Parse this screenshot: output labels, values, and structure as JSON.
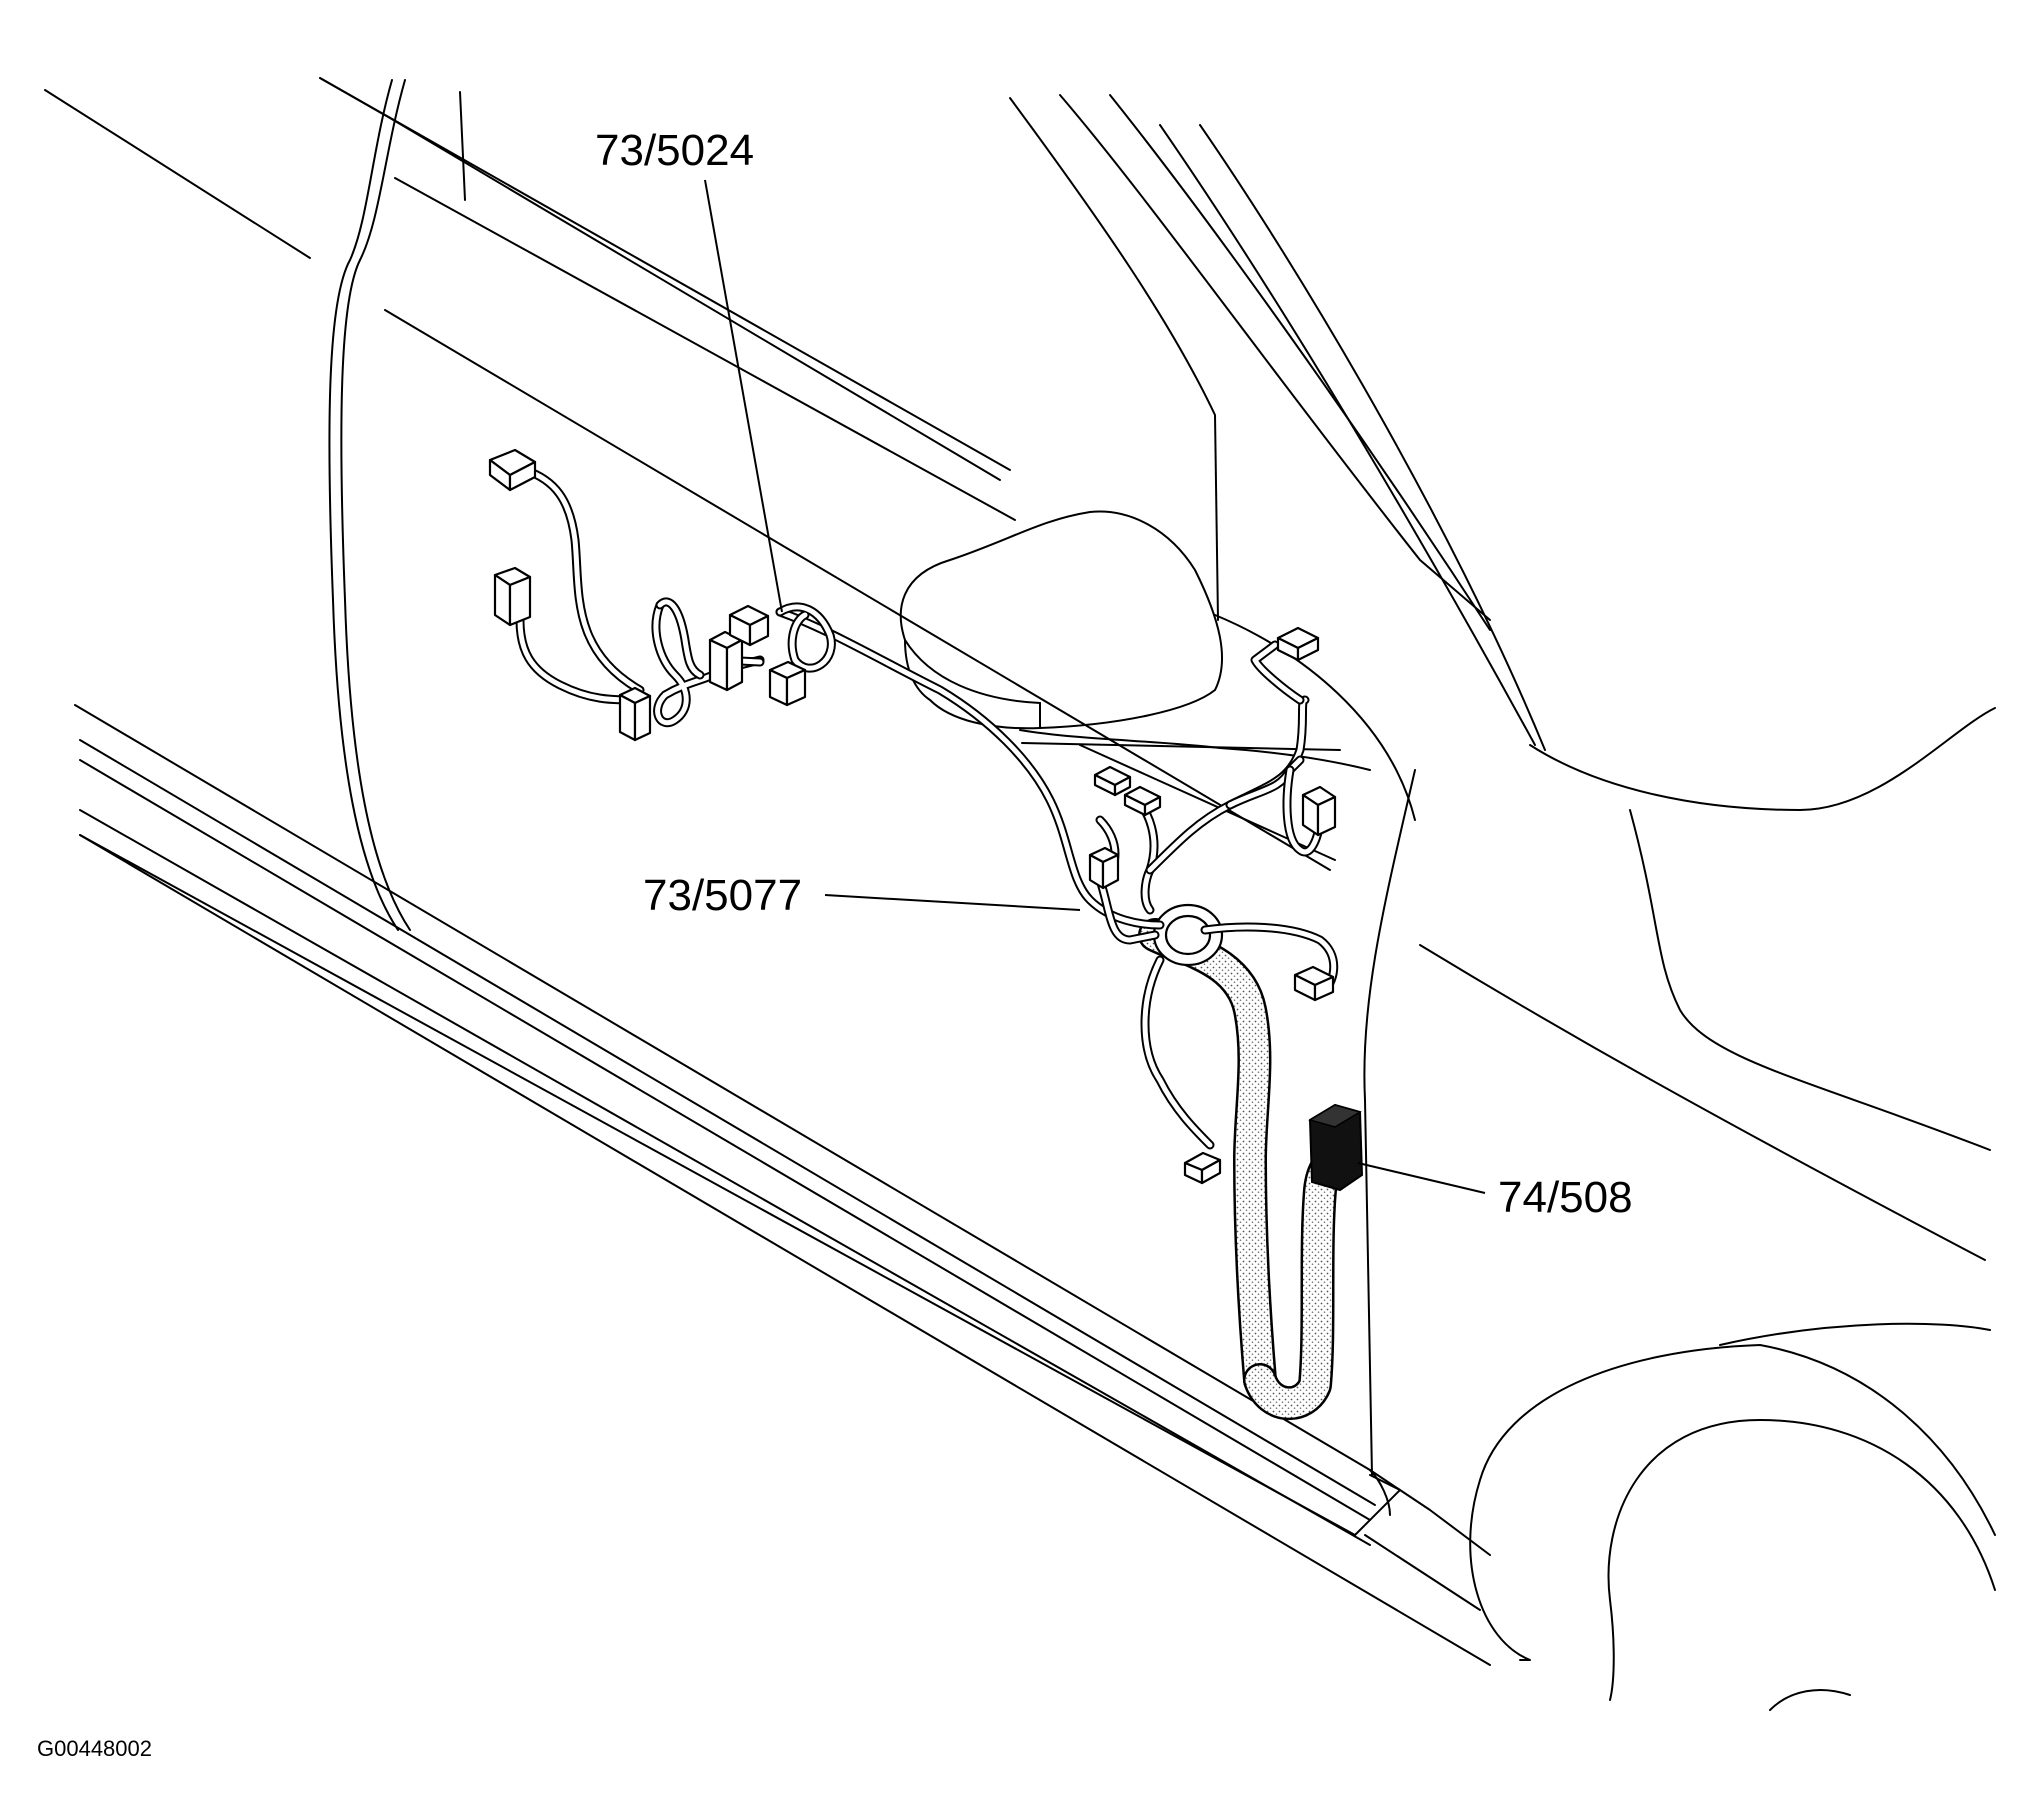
{
  "callouts": {
    "c1": "73/5024",
    "c2": "73/5077",
    "c3": "74/508"
  },
  "figure_id": "G00448002"
}
